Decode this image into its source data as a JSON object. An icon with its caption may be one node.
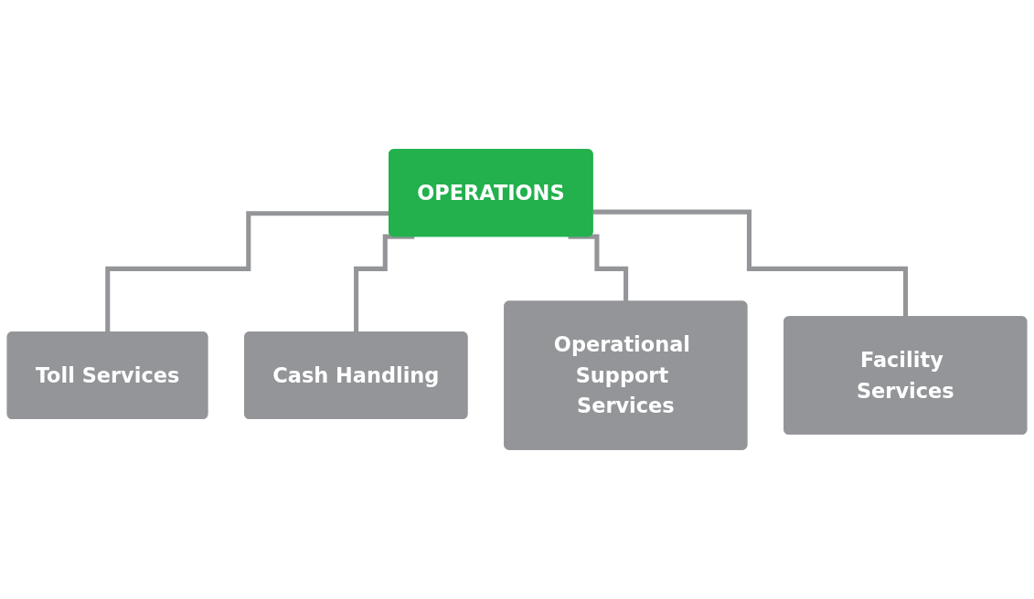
{
  "diagram": {
    "nodes": [
      {
        "text": [
          "OPERATIONS"
        ]
      },
      {
        "text": [
          "Toll Services"
        ]
      },
      {
        "text": [
          "Cash Handling"
        ]
      },
      {
        "text": [
          "Operational Support Services"
        ]
      },
      {
        "text": [
          "Facility Services"
        ]
      }
    ],
    "edges": [
      {
        "from": 0,
        "to": 1,
        "arrow": "none"
      },
      {
        "from": 0,
        "to": 2,
        "arrow": "none"
      },
      {
        "from": 0,
        "to": 3,
        "arrow": "none"
      },
      {
        "from": 0,
        "to": 4,
        "arrow": "none"
      }
    ]
  }
}
